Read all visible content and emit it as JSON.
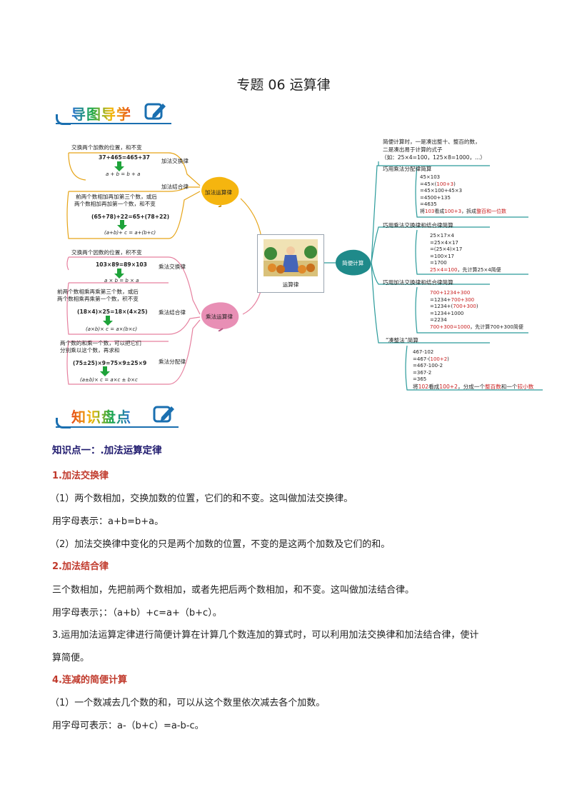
{
  "page_title": "专题 06  运算律",
  "banners": {
    "mindmap": "导图导学",
    "knowledge": "知识盘点",
    "edit_icon": "edit-icon"
  },
  "mindmap": {
    "center_label": "运算律",
    "nodes": {
      "add": "加法运算律",
      "mul": "乘法运算律",
      "simple": "简便计算"
    },
    "add_branches": {
      "commutative_label": "加法交换律",
      "commutative_desc": "交换两个加数的位置，和不变",
      "commutative_example": "37+465=465+37",
      "commutative_formula": "a + b = b + a",
      "associative_label": "加法结合律",
      "associative_desc1": "前两个数相加再加第三个数，或后",
      "associative_desc2": "两个数相加再加第一个数，和不变",
      "associative_example": "(65+78)+22=65+(78+22)",
      "associative_formula": "(a+b)+ c = a+(b+c)"
    },
    "mul_branches": {
      "commutative_label": "乘法交换律",
      "commutative_desc": "交换两个因数的位置，积不变",
      "commutative_example": "103×89=89×103",
      "commutative_formula": "a × b = b × a",
      "associative_label": "乘法结合律",
      "associative_desc1": "前两个数相乘再乘第三个数，或后",
      "associative_desc2": "两个数相乘再乘第一个数，积不变",
      "associative_example": "(18×4)×25=18×(4×25)",
      "associative_formula": "(a×b)× c = a×(b×c)",
      "distributive_label": "乘法分配律",
      "distributive_desc1": "两个数的和乘一个数，可以把它们",
      "distributive_desc2": "分别乘以这个数，再求和",
      "distributive_example": "(75±25)×9=75×9±25×9",
      "distributive_formula": "(a±b)× c = a×c ± b×c"
    },
    "simple_branches": {
      "intro1": "简便计算时，一是凑出整十、整百的数，",
      "intro2": "二是凑出易于计算的式子",
      "intro3": "（如：25×4=100，125×8=1000，...）",
      "b1_label": "巧用乘法分配律简算",
      "b1_lines": [
        "45×103",
        "=45×(100+3)",
        "=45×100+45×3",
        "=4500+135",
        "=4635"
      ],
      "b1_note_a": "将",
      "b1_note_b": "103",
      "b1_note_c": "看成",
      "b1_note_d": "100+3",
      "b1_note_e": "，拆成",
      "b1_note_f": "整百和一位数",
      "b2_label": "巧用乘法交换律和结合律简算",
      "b2_lines": [
        "25×17×4",
        "=25×4×17",
        "=(25×4)×17",
        "=100×17",
        "=1700"
      ],
      "b2_note_a": "25×4=100",
      "b2_note_b": "，先计算25×4简便",
      "b3_label": "巧用加法交换律和结合律简算",
      "b3_lines": [
        "700+1234+300",
        "=1234+700+300",
        "=1234+(700+300)",
        "=1234+1000",
        "=2234"
      ],
      "b3_note_a": "700+300=1000",
      "b3_note_b": "，先计算700+300简便",
      "b4_label": "“凑整法”简算",
      "b4_lines": [
        "467-102",
        "=467-(100+2)",
        "=467-100-2",
        "=367-2",
        "=365"
      ],
      "b4_note_a": "将",
      "b4_note_b": "102",
      "b4_note_c": "看成",
      "b4_note_d": "100+2",
      "b4_note_e": "，分成一个",
      "b4_note_f": "整百数",
      "b4_note_g": "和一个",
      "b4_note_h": "较小数"
    }
  },
  "knowledge": {
    "point1_title": "知识点一：.加法运算定律",
    "s1_title": "1.加法交换律",
    "s1_p1": "（1）两个数相加，交换加数的位置，它们的和不变。这叫做加法交换律。",
    "s1_p2": "用字母表示：a+b=b+a。",
    "s1_p3": "（2）加法交换律中变化的只是两个加数的位置，不变的是这两个加数及它们的和。",
    "s2_title": "2.加法结合律",
    "s2_p1": "三个数相加，先把前两个数相加，或者先把后两个数相加，和不变。这叫做加法结合律。",
    "s2_p2": "用字母表示；：（a+b）+c=a+（b+c）。",
    "s3_p1": "3.运用加法运算定律进行简便计算在计算几个数连加的算式时，可以利用加法交换律和加法结合律，使计",
    "s3_p2": "算简便。",
    "s4_title": "4.连减的简便计算",
    "s4_p1": "（1）一个数减去几个数的和，可以从这个数里依次减去各个加数。",
    "s4_p2": "用字母可表示：a-（b+c）=a-b-c。"
  },
  "colors": {
    "leaf_yellow": "#f5b50f",
    "leaf_pink": "#e88fb5",
    "leaf_teal": "#1f8a8a",
    "arrow_green": "#1ea33a",
    "accent_red": "#c81e1e",
    "banner_blue": "#1a6fb0"
  }
}
